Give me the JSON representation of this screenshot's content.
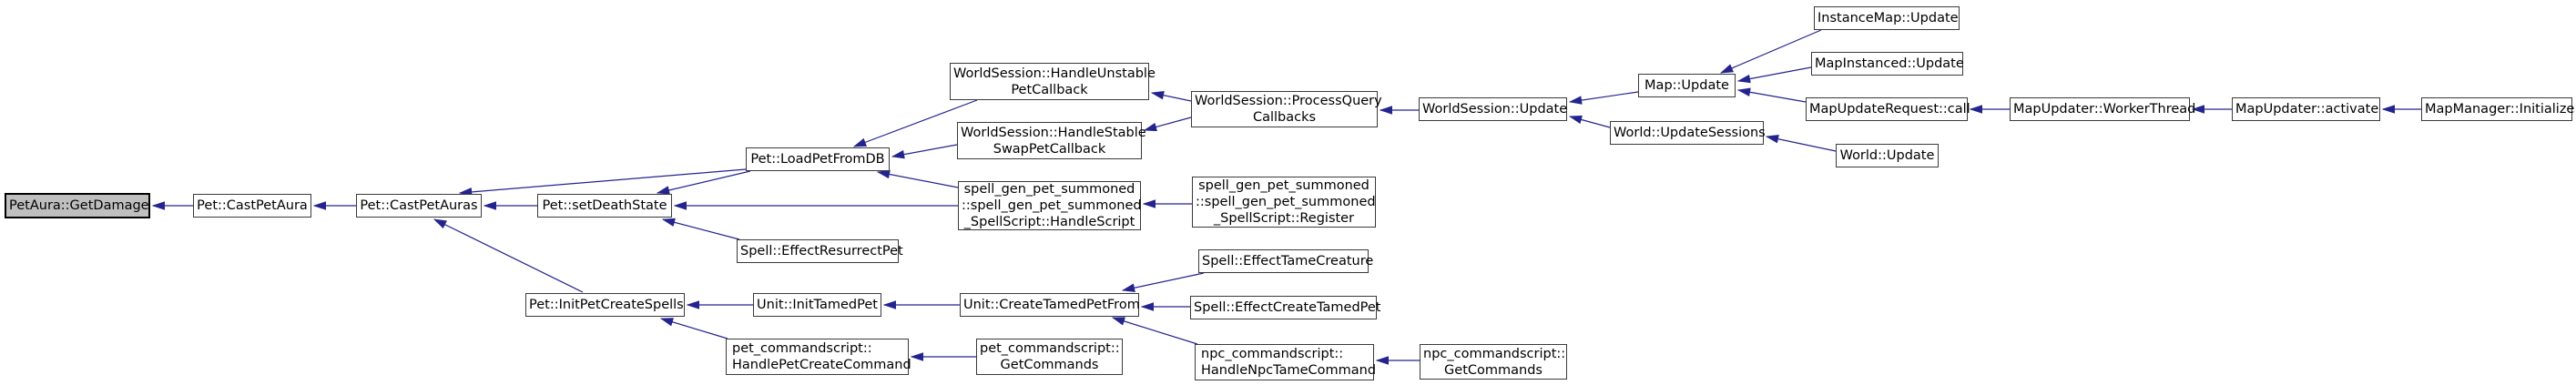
{
  "diagram": {
    "type": "doxygen-caller-graph",
    "focal_node": "get_damage",
    "colors": {
      "background": "#ffffff",
      "edge": "#24248f",
      "node_border": "#3a3a3a",
      "node_fill": "#ffffff",
      "focal_fill": "#bfbfbf",
      "focal_border": "#000000",
      "text": "#000000"
    },
    "nodes": [
      {
        "id": "get_damage",
        "lines": [
          "PetAura::GetDamage"
        ],
        "align": "center",
        "focal": true
      },
      {
        "id": "cast_pet_aura",
        "lines": [
          "Pet::CastPetAura"
        ],
        "align": "center",
        "focal": false
      },
      {
        "id": "cast_pet_auras",
        "lines": [
          "Pet::CastPetAuras"
        ],
        "align": "center",
        "focal": false
      },
      {
        "id": "set_death_state",
        "lines": [
          "Pet::setDeathState"
        ],
        "align": "center",
        "focal": false
      },
      {
        "id": "load_pet_from_db",
        "lines": [
          "Pet::LoadPetFromDB"
        ],
        "align": "center",
        "focal": false
      },
      {
        "id": "effect_resurrect_pet",
        "lines": [
          "Spell::EffectResurrectPet"
        ],
        "align": "center",
        "focal": false
      },
      {
        "id": "init_pet_create_spells",
        "lines": [
          "Pet::InitPetCreateSpells"
        ],
        "align": "center",
        "focal": false
      },
      {
        "id": "init_tamed_pet",
        "lines": [
          "Unit::InitTamedPet"
        ],
        "align": "center",
        "focal": false
      },
      {
        "id": "handle_pet_create_command",
        "lines": [
          "pet_commandscript::",
          "HandlePetCreateCommand"
        ],
        "align": "left",
        "focal": false
      },
      {
        "id": "pet_get_commands",
        "lines": [
          "pet_commandscript::",
          "GetCommands"
        ],
        "align": "center",
        "focal": false
      },
      {
        "id": "handle_unstable_pet_callback",
        "lines": [
          "WorldSession::HandleUnstable",
          "PetCallback"
        ],
        "align": "center",
        "focal": false
      },
      {
        "id": "handle_stable_swap_pet_callback",
        "lines": [
          "WorldSession::HandleStable",
          "SwapPetCallback"
        ],
        "align": "center",
        "focal": false
      },
      {
        "id": "spell_gen_handle_script",
        "lines": [
          "spell_gen_pet_summoned",
          "::spell_gen_pet_summoned",
          "_SpellScript::HandleScript"
        ],
        "align": "center",
        "focal": false
      },
      {
        "id": "spell_gen_register",
        "lines": [
          "spell_gen_pet_summoned",
          "::spell_gen_pet_summoned",
          "_SpellScript::Register"
        ],
        "align": "center",
        "focal": false
      },
      {
        "id": "process_query_callbacks",
        "lines": [
          "WorldSession::ProcessQuery",
          "Callbacks"
        ],
        "align": "center",
        "focal": false
      },
      {
        "id": "effect_tame_creature",
        "lines": [
          "Spell::EffectTameCreature"
        ],
        "align": "center",
        "focal": false
      },
      {
        "id": "effect_create_tamed_pet",
        "lines": [
          "Spell::EffectCreateTamedPet"
        ],
        "align": "center",
        "focal": false
      },
      {
        "id": "create_tamed_pet_from",
        "lines": [
          "Unit::CreateTamedPetFrom"
        ],
        "align": "center",
        "focal": false
      },
      {
        "id": "handle_npc_tame_command",
        "lines": [
          "npc_commandscript::",
          "HandleNpcTameCommand"
        ],
        "align": "left",
        "focal": false
      },
      {
        "id": "npc_get_commands",
        "lines": [
          "npc_commandscript::",
          "GetCommands"
        ],
        "align": "center",
        "focal": false
      },
      {
        "id": "worldsession_update",
        "lines": [
          "WorldSession::Update"
        ],
        "align": "center",
        "focal": false
      },
      {
        "id": "map_update",
        "lines": [
          "Map::Update"
        ],
        "align": "center",
        "focal": false
      },
      {
        "id": "world_update_sessions",
        "lines": [
          "World::UpdateSessions"
        ],
        "align": "center",
        "focal": false
      },
      {
        "id": "world_update",
        "lines": [
          "World::Update"
        ],
        "align": "center",
        "focal": false
      },
      {
        "id": "instance_map_update",
        "lines": [
          "InstanceMap::Update"
        ],
        "align": "center",
        "focal": false
      },
      {
        "id": "map_instanced_update",
        "lines": [
          "MapInstanced::Update"
        ],
        "align": "center",
        "focal": false
      },
      {
        "id": "map_update_request_call",
        "lines": [
          "MapUpdateRequest::call"
        ],
        "align": "center",
        "focal": false
      },
      {
        "id": "map_updater_worker_thread",
        "lines": [
          "MapUpdater::WorkerThread"
        ],
        "align": "center",
        "focal": false
      },
      {
        "id": "map_updater_activate",
        "lines": [
          "MapUpdater::activate"
        ],
        "align": "center",
        "focal": false
      },
      {
        "id": "map_manager_initialize",
        "lines": [
          "MapManager::Initialize"
        ],
        "align": "center",
        "focal": false
      }
    ],
    "edges": [
      {
        "from": "cast_pet_aura",
        "to": "get_damage"
      },
      {
        "from": "cast_pet_auras",
        "to": "cast_pet_aura"
      },
      {
        "from": "load_pet_from_db",
        "to": "cast_pet_auras"
      },
      {
        "from": "set_death_state",
        "to": "cast_pet_auras"
      },
      {
        "from": "init_pet_create_spells",
        "to": "cast_pet_auras"
      },
      {
        "from": "load_pet_from_db",
        "to": "set_death_state"
      },
      {
        "from": "spell_gen_handle_script",
        "to": "set_death_state"
      },
      {
        "from": "effect_resurrect_pet",
        "to": "set_death_state"
      },
      {
        "from": "handle_unstable_pet_callback",
        "to": "load_pet_from_db"
      },
      {
        "from": "handle_stable_swap_pet_callback",
        "to": "load_pet_from_db"
      },
      {
        "from": "spell_gen_handle_script",
        "to": "load_pet_from_db"
      },
      {
        "from": "process_query_callbacks",
        "to": "handle_unstable_pet_callback"
      },
      {
        "from": "process_query_callbacks",
        "to": "handle_stable_swap_pet_callback"
      },
      {
        "from": "worldsession_update",
        "to": "process_query_callbacks"
      },
      {
        "from": "spell_gen_register",
        "to": "spell_gen_handle_script"
      },
      {
        "from": "map_update",
        "to": "worldsession_update"
      },
      {
        "from": "world_update_sessions",
        "to": "worldsession_update"
      },
      {
        "from": "instance_map_update",
        "to": "map_update"
      },
      {
        "from": "map_instanced_update",
        "to": "map_update"
      },
      {
        "from": "map_update_request_call",
        "to": "map_update"
      },
      {
        "from": "map_updater_worker_thread",
        "to": "map_update_request_call"
      },
      {
        "from": "map_updater_activate",
        "to": "map_updater_worker_thread"
      },
      {
        "from": "map_manager_initialize",
        "to": "map_updater_activate"
      },
      {
        "from": "world_update",
        "to": "world_update_sessions"
      },
      {
        "from": "init_tamed_pet",
        "to": "init_pet_create_spells"
      },
      {
        "from": "handle_pet_create_command",
        "to": "init_pet_create_spells"
      },
      {
        "from": "pet_get_commands",
        "to": "handle_pet_create_command"
      },
      {
        "from": "create_tamed_pet_from",
        "to": "init_tamed_pet"
      },
      {
        "from": "effect_tame_creature",
        "to": "create_tamed_pet_from"
      },
      {
        "from": "effect_create_tamed_pet",
        "to": "create_tamed_pet_from"
      },
      {
        "from": "handle_npc_tame_command",
        "to": "create_tamed_pet_from"
      },
      {
        "from": "npc_get_commands",
        "to": "handle_npc_tame_command"
      }
    ]
  }
}
